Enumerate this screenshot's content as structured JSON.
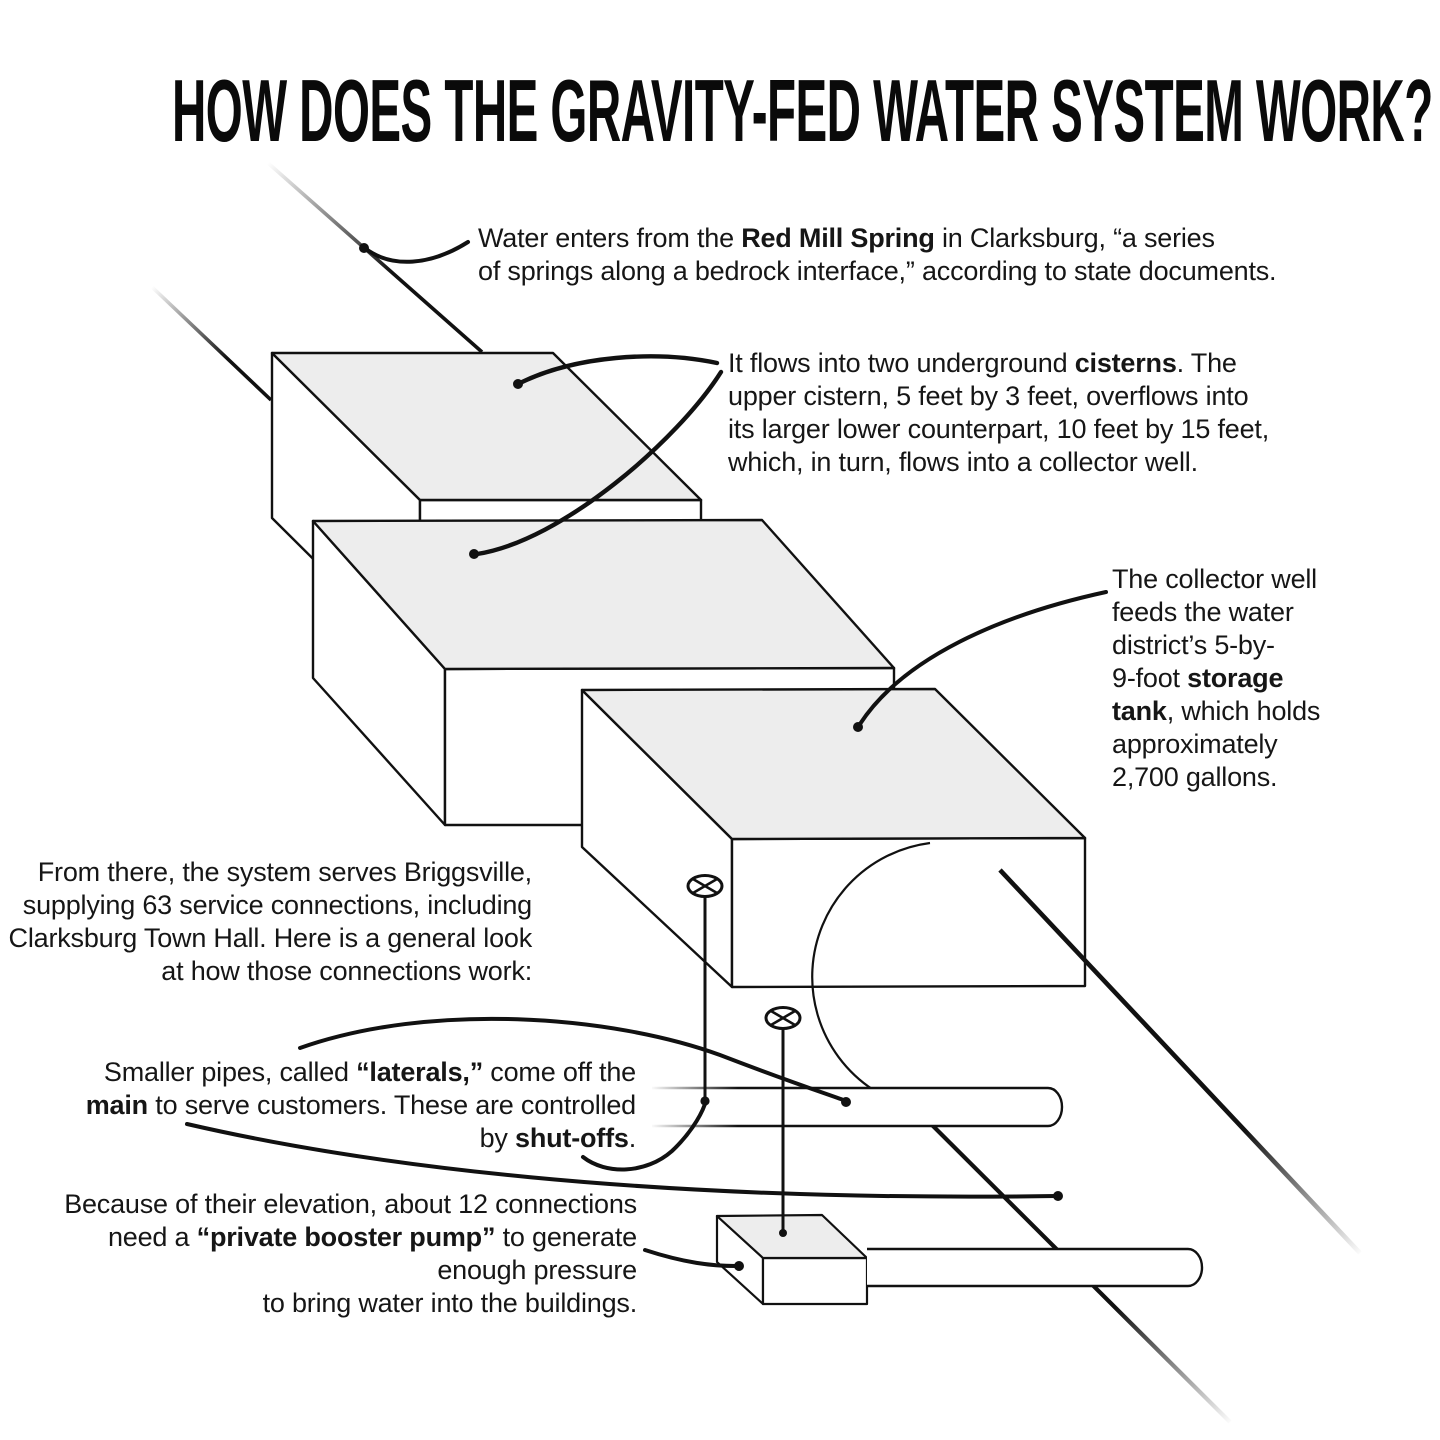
{
  "title": "HOW DOES THE GRAVITY-FED WATER SYSTEM WORK?",
  "colors": {
    "ink": "#111111",
    "box_fill": "#ededed",
    "background": "#ffffff"
  },
  "diagram": {
    "parts": [
      "spring-inlet-pipe",
      "upper-cistern",
      "lower-cistern",
      "storage-tank",
      "water-main-pipe",
      "lateral-pipe",
      "shut-off-valve",
      "booster-pump"
    ]
  },
  "annotations": {
    "spring": {
      "lines": [
        [
          {
            "t": "Water enters from the "
          },
          {
            "t": "Red Mill Spring",
            "b": true
          },
          {
            "t": " in Clarksburg, “a series"
          }
        ],
        [
          {
            "t": "of springs along a bedrock interface,” according to state documents."
          }
        ]
      ]
    },
    "cisterns": {
      "lines": [
        [
          {
            "t": "It flows into two underground "
          },
          {
            "t": "cisterns",
            "b": true
          },
          {
            "t": ". The"
          }
        ],
        [
          {
            "t": "upper cistern, 5 feet by 3 feet, overflows into"
          }
        ],
        [
          {
            "t": "its larger lower counterpart, 10 feet by 15 feet,"
          }
        ],
        [
          {
            "t": "which, in turn, flows into a collector well."
          }
        ]
      ]
    },
    "storage_tank": {
      "lines": [
        [
          {
            "t": "The collector well"
          }
        ],
        [
          {
            "t": "feeds the water"
          }
        ],
        [
          {
            "t": "district’s 5-by-"
          }
        ],
        [
          {
            "t": "9-foot "
          },
          {
            "t": "storage",
            "b": true
          }
        ],
        [
          {
            "t": "tank",
            "b": true
          },
          {
            "t": ", which holds"
          }
        ],
        [
          {
            "t": "approximately"
          }
        ],
        [
          {
            "t": "2,700 gallons."
          }
        ]
      ]
    },
    "service": {
      "lines": [
        [
          {
            "t": "From there, the system serves Briggsville,"
          }
        ],
        [
          {
            "t": "supplying 63 service connections, including"
          }
        ],
        [
          {
            "t": "Clarksburg Town Hall. Here is a general look"
          }
        ],
        [
          {
            "t": "at how those connections work:"
          }
        ]
      ]
    },
    "laterals": {
      "lines": [
        [
          {
            "t": "Smaller pipes, called "
          },
          {
            "t": "“laterals,”",
            "b": true
          },
          {
            "t": " come off the"
          }
        ],
        [
          {
            "t": "main",
            "b": true
          },
          {
            "t": " to serve customers. These are controlled"
          }
        ],
        [
          {
            "t": "by "
          },
          {
            "t": "shut-offs",
            "b": true
          },
          {
            "t": "."
          }
        ]
      ]
    },
    "booster": {
      "lines": [
        [
          {
            "t": "Because of their elevation, about 12 connections"
          }
        ],
        [
          {
            "t": "need a "
          },
          {
            "t": "“private booster pump”",
            "b": true
          },
          {
            "t": " to generate"
          }
        ],
        [
          {
            "t": "enough pressure"
          }
        ],
        [
          {
            "t": "to bring water into the buildings."
          }
        ]
      ]
    }
  }
}
